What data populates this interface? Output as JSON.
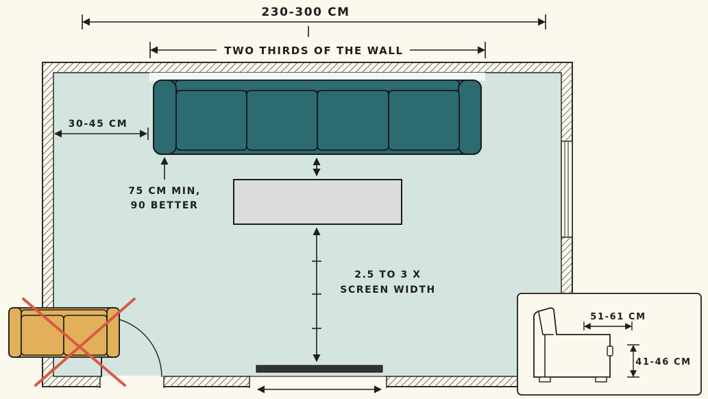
{
  "labels": {
    "overall_width": "230-300 CM",
    "sofa_width": "TWO THIRDS OF THE WALL",
    "wall_gap": "30-45 CM",
    "walkway_line1": "75 CM MIN,",
    "walkway_line2": "90 BETTER",
    "viewing_line1": "2.5 TO 3 X",
    "viewing_line2": "SCREEN WIDTH",
    "seat_depth": "51-61 CM",
    "seat_height": "41-46 CM"
  },
  "colors": {
    "background": "#fbf8ee",
    "floor": "#d4e5e0",
    "wall_line": "#2a2a2a",
    "sofa": "#2d6b72",
    "coffee_table": "#dcdcdc",
    "tv": "#333333",
    "wrong_sofa": "#e2b05a",
    "cross": "#d85a44"
  },
  "icons": {
    "wrong_layout": "cross-out-icon",
    "side_chair": "armchair-side-icon"
  }
}
